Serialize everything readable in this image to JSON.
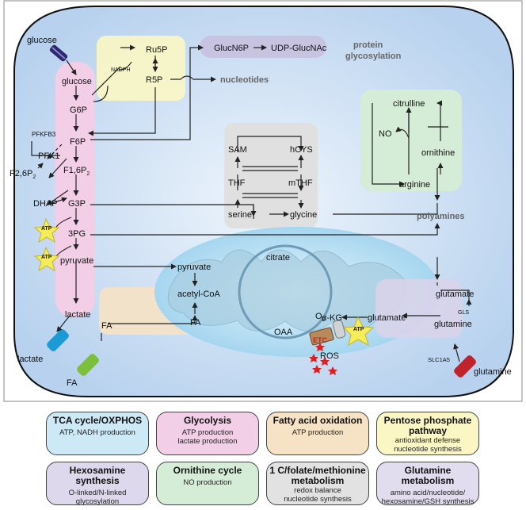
{
  "colors": {
    "cell": "#cfe0f4",
    "tca": "#cde9f6",
    "glycolysis": "#f2cfe6",
    "fatty_acid": "#f6e2c4",
    "pentose": "#fbf7c4",
    "hexosamine": "#ddd8eb",
    "ornithine": "#d5ecd6",
    "one_carbon": "#e2e2e2",
    "glutamine": "#e2dcef",
    "atp_star": "#f6ec5a",
    "ros_star": "#e02020",
    "etc_box": "#b88a5a"
  },
  "labels": {
    "glucose_out": "glucose",
    "glucose_in": "glucose",
    "g6p": "G6P",
    "f6p": "F6P",
    "f16p2": "F1,6P",
    "f16p2_sub": "2",
    "g3p": "G3P",
    "dhap": "DHAP",
    "pg3": "3PG",
    "pyruvate_cyto": "pyruvate",
    "lactate_in": "lactate",
    "lactate_out": "lactate",
    "pfkfb3": "PFKFB3",
    "pfk1": "PFK1",
    "f26p2": "F2,6P",
    "f26p2_sub": "2",
    "ru5p": "Ru5P",
    "r5p": "R5P",
    "nadph": "NADPH",
    "nucleotides": "nucleotides",
    "glucn6p": "GlucN6P",
    "udp_glcnac": "UDP-GlucNAc",
    "protein_glyc_1": "protein",
    "protein_glyc_2": "glycosylation",
    "sam": "SAM",
    "hcys": "hCYS",
    "thf": "THF",
    "mthf": "mTHF",
    "serine": "serine",
    "glycine": "glycine",
    "citrulline": "citrulline",
    "no": "NO",
    "ornithine": "ornithine",
    "arginine": "arginine",
    "polyamines": "polyamines",
    "pyruvate_mito": "pyruvate",
    "acetyl_coa": "acetyl-CoA",
    "citrate": "citrate",
    "akg": "α-KG",
    "oaa": "OAA",
    "fa_mito": "FA",
    "fa_cyto": "FA",
    "fa_out": "FA",
    "glutamate_mito": "glutamate",
    "glutamate_cyto": "glutamate",
    "gls": "GLS",
    "glutamine_in": "glutamine",
    "glutamine_out": "glutamine",
    "slc1a5": "SLC1A5",
    "o2": "O",
    "o2_sub": "2",
    "etc": "ETC",
    "ros": "ROS",
    "atp": "ATP"
  },
  "legend": [
    {
      "title": "TCA cycle/OXPHOS",
      "desc": "ATP, NADH production",
      "color": "#cde9f6"
    },
    {
      "title": "Glycolysis",
      "desc": "ATP production\nlactate production",
      "color": "#f2cfe6"
    },
    {
      "title": "Fatty acid oxidation",
      "desc": "ATP production",
      "color": "#f6e2c4"
    },
    {
      "title": "Pentose phosphate pathway",
      "desc": "antioxidant defense\nnucleotide synthesis",
      "color": "#fbf7c4"
    },
    {
      "title": "Hexosamine synthesis",
      "desc": "O-linked/N-linked\nglycosylation",
      "color": "#ddd8eb"
    },
    {
      "title": "Ornithine cycle",
      "desc": "NO production",
      "color": "#d5ecd6"
    },
    {
      "title": "1 C/folate/methionine metabolism",
      "desc": "redox balance\nnucleotide synthesis",
      "color": "#e2e2e2"
    },
    {
      "title": "Glutamine metabolism",
      "desc": "amino acid/nucleotide/\nhexosamine/GSH synthesis",
      "color": "#e2dcef"
    }
  ]
}
